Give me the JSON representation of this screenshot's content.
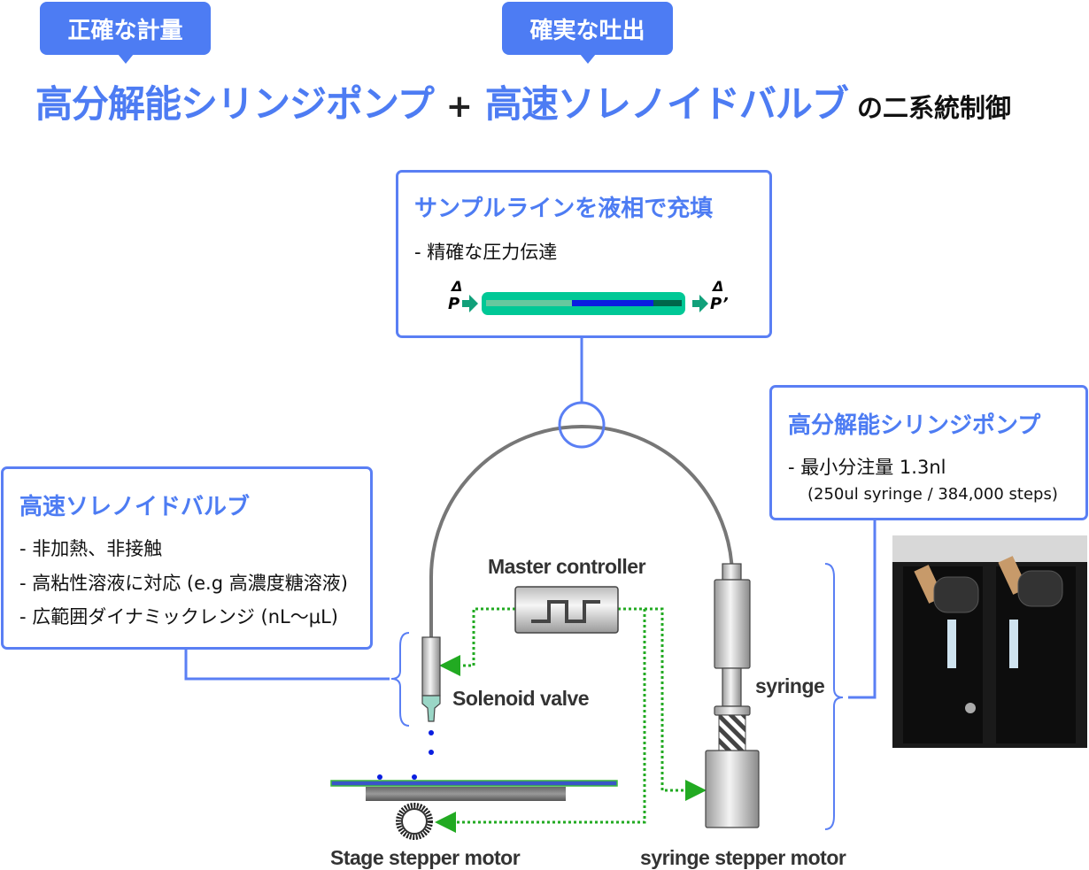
{
  "header": {
    "badge_left": "正確な計量",
    "badge_right": "確実な吐出",
    "title_part1": "高分解能シリンジポンプ",
    "plus": "+",
    "title_part2": "高速ソレノイドバルブ",
    "title_suffix": "の二系統制御"
  },
  "sample_line_box": {
    "title": "サンプルラインを液相で充填",
    "item": "- 精確な圧力伝達",
    "delta_left": "Δ",
    "p_left": "P",
    "delta_right": "Δ",
    "p_right": "P’"
  },
  "pump_box": {
    "title": "高分解能シリンジポンプ",
    "item": "- 最小分注量 1.3nl",
    "sub": "(250ul syringe / 384,000 steps)"
  },
  "valve_box": {
    "title": "高速ソレノイドバルブ",
    "items": [
      "- 非加熱、非接触",
      "- 高粘性溶液に対応 (e.g 高濃度糖溶液)",
      "- 広範囲ダイナミックレンジ (nL～μL)"
    ]
  },
  "diagram": {
    "master_controller": "Master controller",
    "solenoid_valve": "Solenoid valve",
    "syringe": "syringe",
    "stage_motor": "Stage stepper motor",
    "syringe_motor": "syringe stepper motor"
  },
  "colors": {
    "accent": "#4d7cf3",
    "signal": "#22aa22",
    "droplet": "#0a1ee0",
    "tube": "#00c896"
  }
}
